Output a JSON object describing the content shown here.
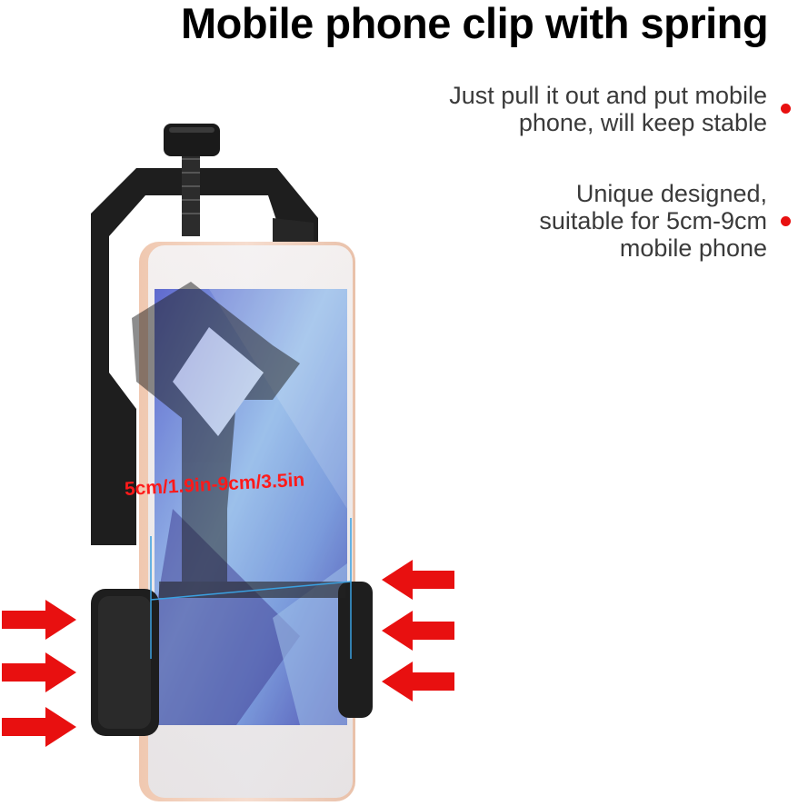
{
  "title": "Mobile phone clip with spring",
  "features": [
    {
      "lines": [
        "Just pull it out and put mobile",
        "phone, will keep stable"
      ]
    },
    {
      "lines": [
        "Unique designed,",
        "suitable for 5cm-9cm",
        "mobile phone"
      ]
    }
  ],
  "measure_label": "5cm/1.9in-9cm/3.5in",
  "colors": {
    "accent_red": "#e81010",
    "text_dark": "#3a3a3a",
    "clip_black": "#1e1e1e",
    "screen_blue": "#5a6ad8",
    "guide_blue": "#3aa0e0"
  },
  "icons": [
    "bullet-dot-icon",
    "arrow-right-icon",
    "arrow-left-icon"
  ]
}
